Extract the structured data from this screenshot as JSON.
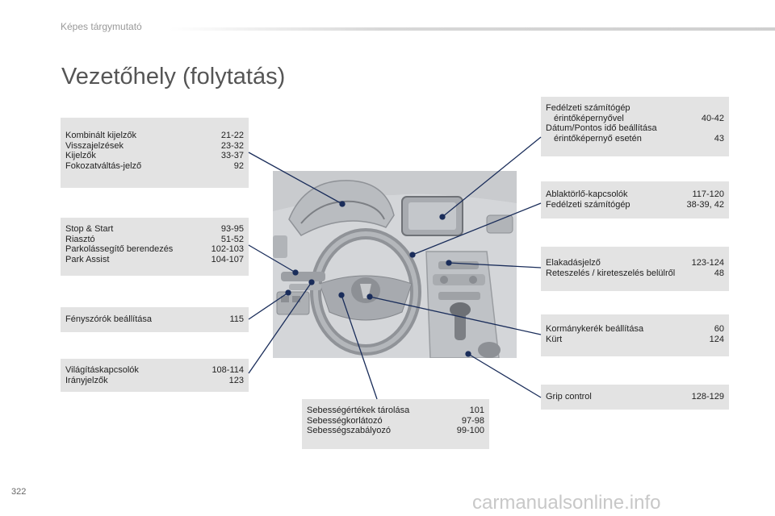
{
  "header": {
    "section": "Képes tárgymutató",
    "title": "Vezetőhely (folytatás)"
  },
  "boxes": {
    "combined": {
      "items": [
        {
          "label": "Kombinált kijelzők",
          "pages": "21-22"
        },
        {
          "label": "Visszajelzések",
          "pages": "23-32"
        },
        {
          "label": "Kijelzők",
          "pages": "33-37"
        },
        {
          "label": "Fokozatváltás-jelző",
          "pages": "92"
        }
      ]
    },
    "stopstart": {
      "items": [
        {
          "label": "Stop & Start",
          "pages": "93-95"
        },
        {
          "label": "Riasztó",
          "pages": "51-52"
        },
        {
          "label": "Parkolássegítő berendezés",
          "pages": "102-103"
        },
        {
          "label": "Park Assist",
          "pages": "104-107"
        }
      ]
    },
    "headlamps": {
      "items": [
        {
          "label": "Fényszórók beállítása",
          "pages": "115"
        }
      ]
    },
    "lighting": {
      "items": [
        {
          "label": "Világításkapcsolók",
          "pages": "108-114"
        },
        {
          "label": "Irányjelzők",
          "pages": "123"
        }
      ]
    },
    "speed": {
      "items": [
        {
          "label": "Sebességértékek tárolása",
          "pages": "101"
        },
        {
          "label": "Sebességkorlátozó",
          "pages": "97-98"
        },
        {
          "label": "Sebességszabályozó",
          "pages": "99-100"
        }
      ]
    },
    "computer": {
      "line1a": "Fedélzeti számítógép",
      "line1b": "érintőképernyővel",
      "pages1": "40-42",
      "line2a": "Dátum/Pontos idő beállítása",
      "line2b": "érintőképernyő esetén",
      "pages2": "43"
    },
    "wipers": {
      "items": [
        {
          "label": "Ablaktörlő-kapcsolók",
          "pages": "117-120"
        },
        {
          "label": "Fedélzeti számítógép",
          "pages": "38-39, 42"
        }
      ]
    },
    "locking": {
      "items": [
        {
          "label": "Elakadásjelző",
          "pages": "123-124"
        },
        {
          "label": "Reteszelés / kireteszelés belülről",
          "pages": "48"
        }
      ]
    },
    "steering": {
      "items": [
        {
          "label": "Kormánykerék beállítása",
          "pages": "60"
        },
        {
          "label": "Kürt",
          "pages": "124"
        }
      ]
    },
    "grip": {
      "items": [
        {
          "label": "Grip control",
          "pages": "128-129"
        }
      ]
    }
  },
  "footer": {
    "page_number": "322",
    "watermark": "carmanualsonline.info"
  },
  "colors": {
    "box_bg": "#e3e3e3",
    "line": "#1a2d5a",
    "dash_bg": "#d4d6d9"
  }
}
